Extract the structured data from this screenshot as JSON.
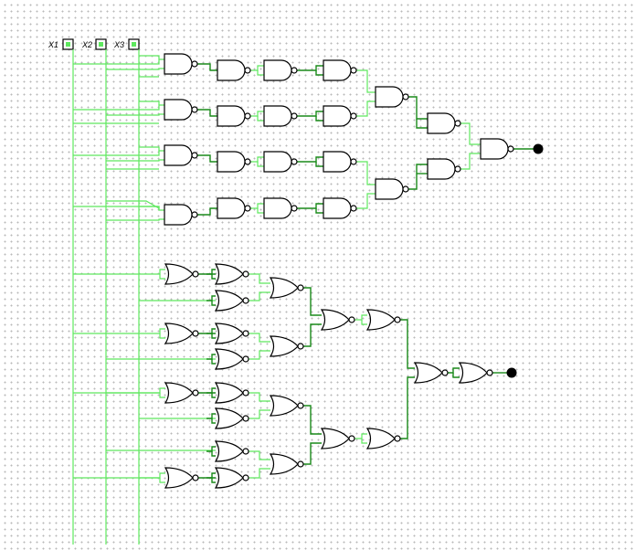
{
  "inputs": [
    {
      "label": "X1"
    },
    {
      "label": "X2"
    },
    {
      "label": "X3"
    }
  ],
  "colors": {
    "wire_active": "#5ee85e",
    "wire_dark": "#1a8a1a",
    "gate_stroke": "#000000",
    "output_led": "#000000",
    "grid_dot": "#b9b9b9"
  },
  "circuits": [
    {
      "name": "nand-tree",
      "gate_kind": "NAND",
      "output_led": "filled"
    },
    {
      "name": "nor-tree",
      "gate_kind": "NOR",
      "output_led": "filled"
    }
  ]
}
